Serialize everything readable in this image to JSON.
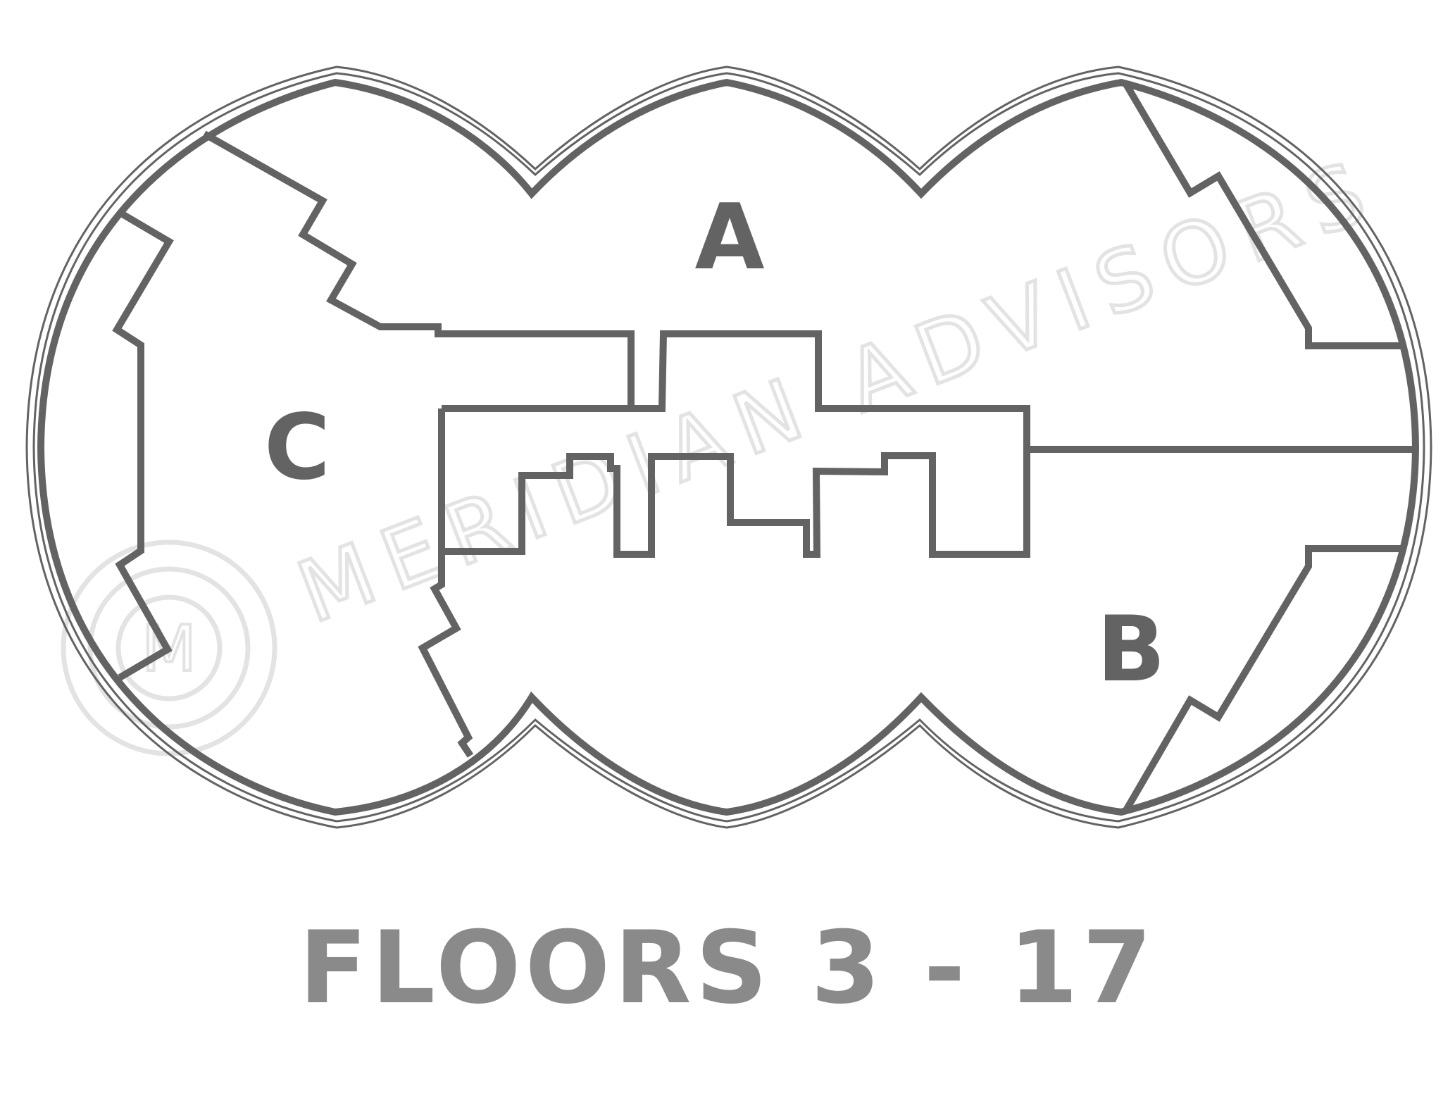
{
  "floorplan": {
    "units": [
      {
        "label": "A"
      },
      {
        "label": "B"
      },
      {
        "label": "C"
      }
    ],
    "caption": "FLOORS 3 - 17"
  },
  "watermark": {
    "text": "MERIDIAN ADVISORS",
    "logo_letter": "M"
  },
  "colors": {
    "wall": "#636363",
    "caption": "#8a8a8a",
    "watermark": "#e3e3e3",
    "background": "#ffffff"
  }
}
